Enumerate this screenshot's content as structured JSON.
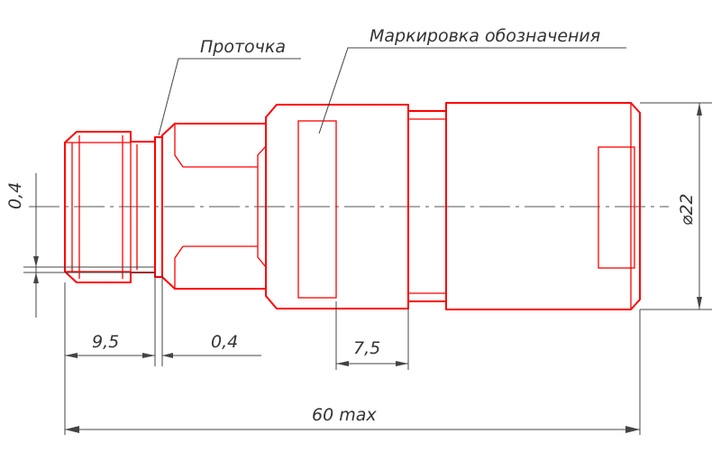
{
  "labels": {
    "groove": "Проточка",
    "marking": "Маркировка обозначения",
    "dim_groove_depth": "0,4",
    "dim_diameter": "⌀22",
    "dim_nut_length": "9,5",
    "dim_groove_width": "0,4",
    "dim_mark_width": "7,5",
    "dim_total_length": "60 max"
  },
  "colors": {
    "outline": "#ff0000",
    "dimension": "#444444"
  }
}
